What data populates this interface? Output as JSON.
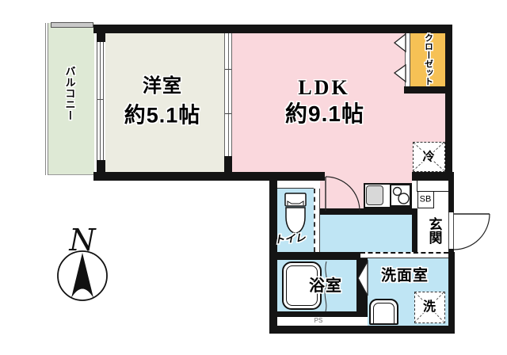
{
  "labels": {
    "balcony": "バルコニー",
    "western_room": "洋室",
    "western_room_size": "約5.1帖",
    "ldk": "LDK",
    "ldk_size": "約9.1帖",
    "closet": "クローゼット",
    "refrigerator": "冷",
    "shoebox": "SB",
    "entrance": "玄関",
    "toilet": "トイレ",
    "bathroom": "浴室",
    "washroom": "洗面室",
    "washer": "洗",
    "pipe_space": "PS",
    "compass_north": "N"
  },
  "colors": {
    "wall": "#141414",
    "balcony_floor": "#dee9d5",
    "western_floor": "#ecece1",
    "ldk_floor": "#fad8dd",
    "closet_fill": "#f6c155",
    "wet_floor": "#bfe5f4",
    "sink_gray": "#d8d8d8",
    "rail_gray": "#c9c9c9"
  }
}
